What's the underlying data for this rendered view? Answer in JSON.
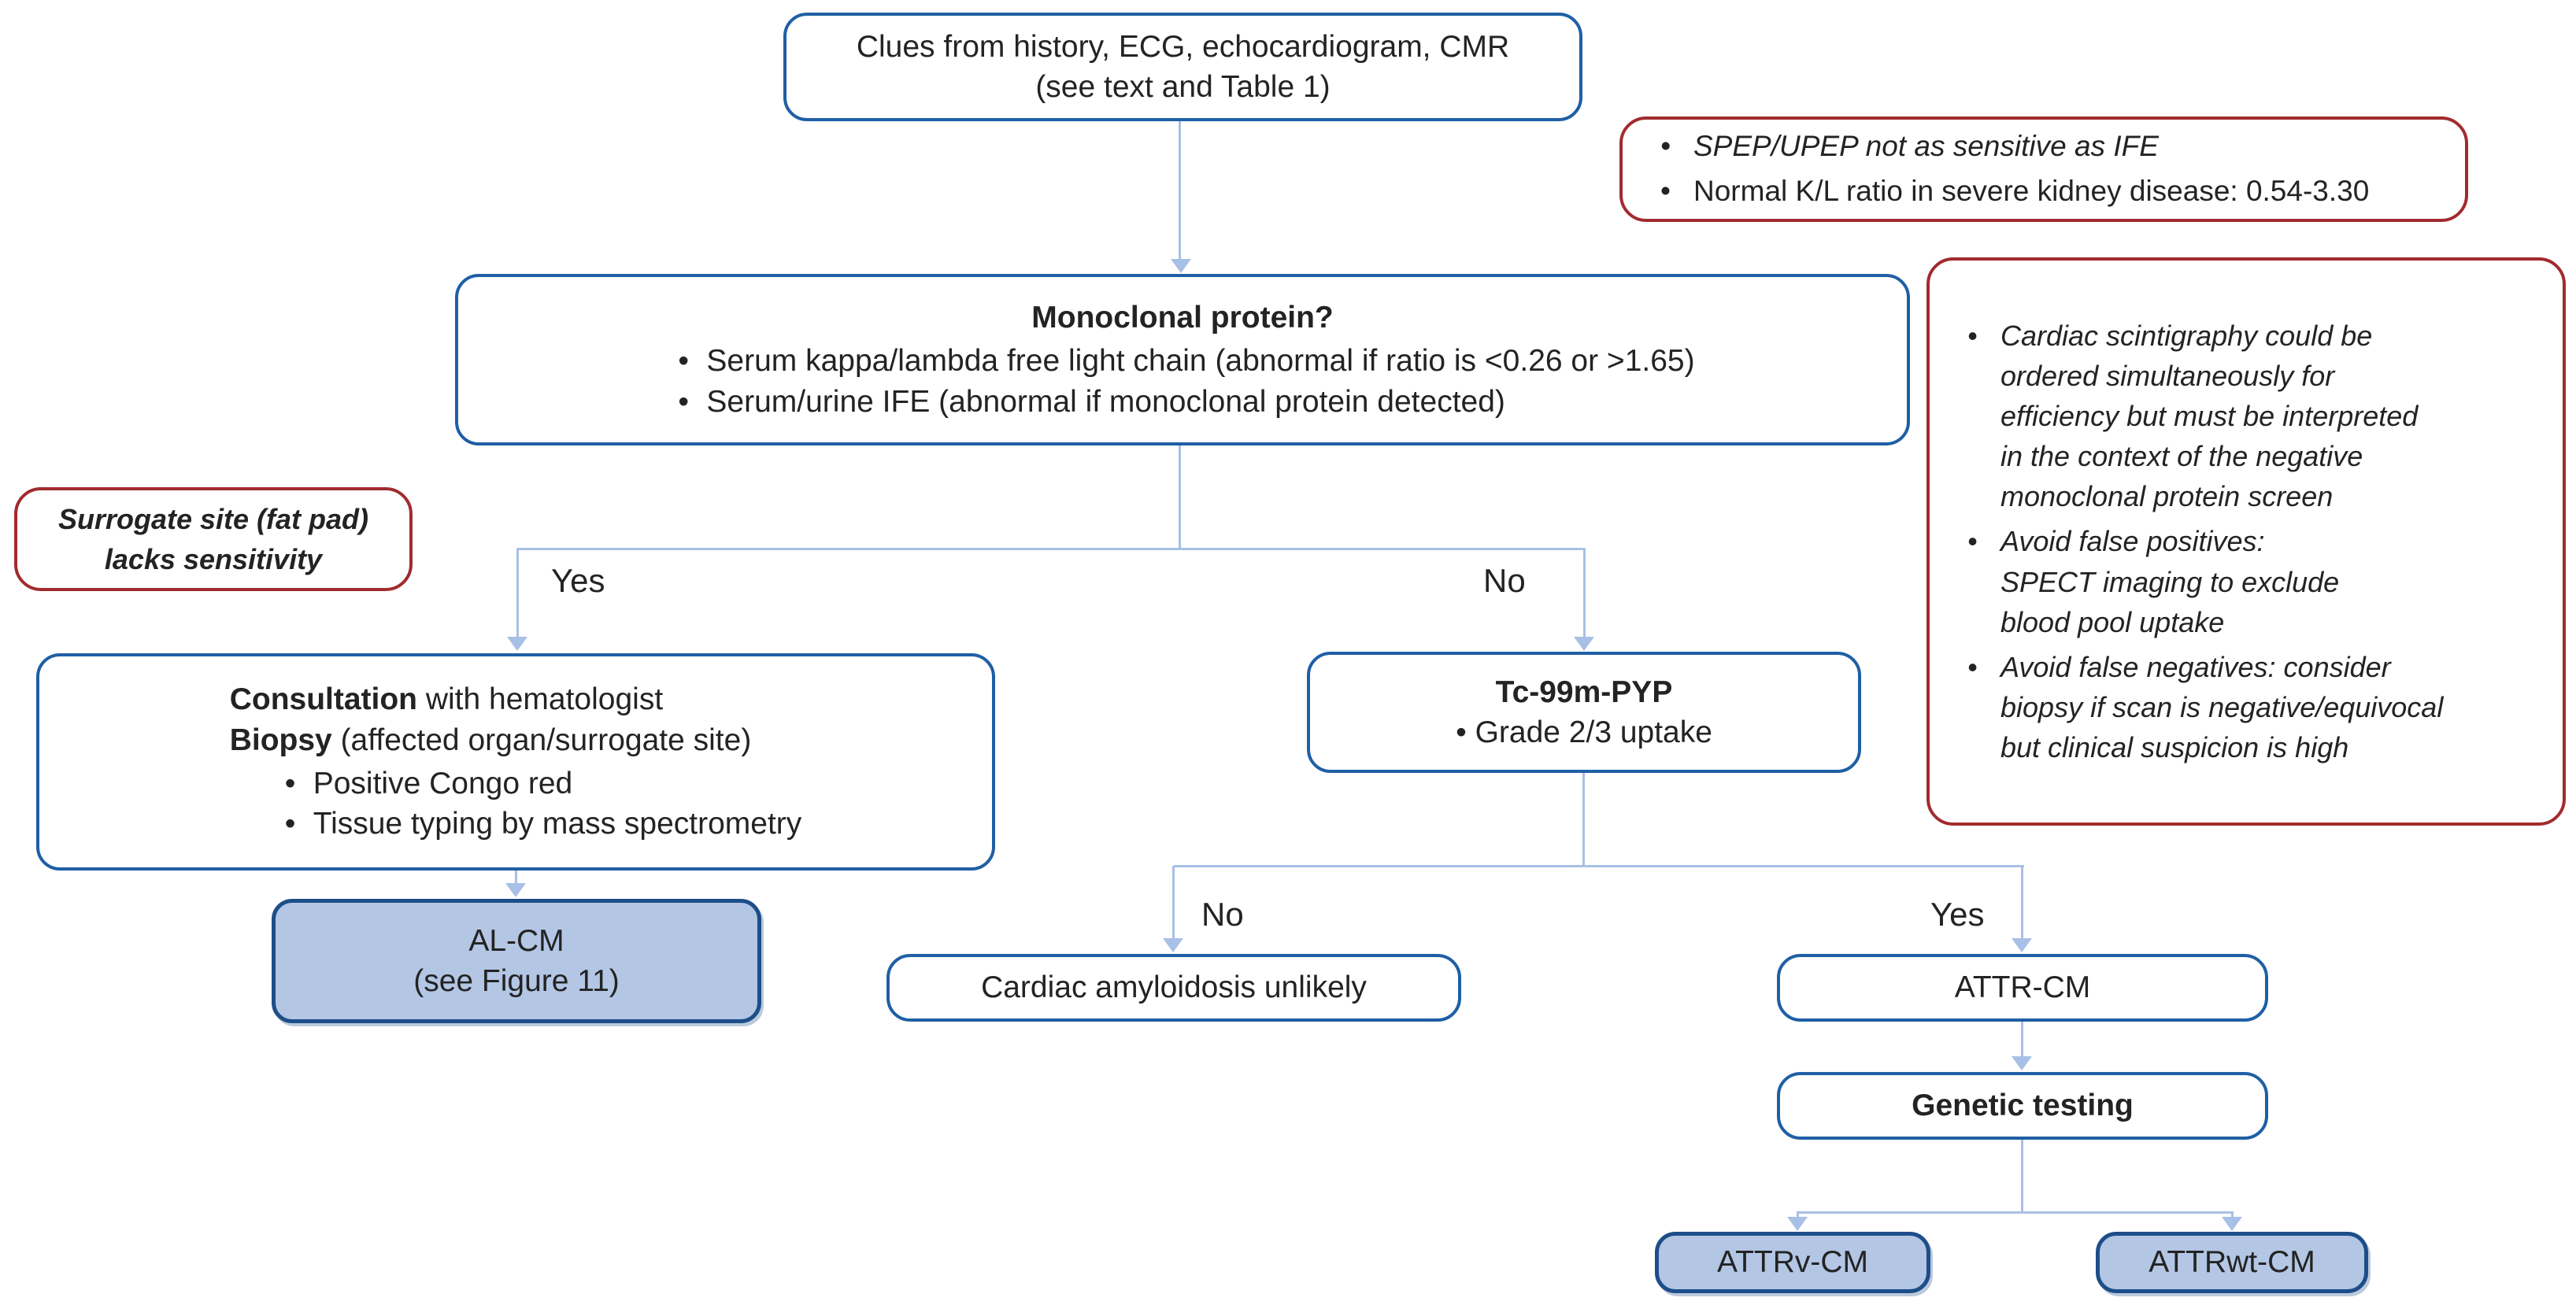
{
  "figure": {
    "type": "clinical-flowchart",
    "topic": "Evaluation for cardiac amyloidosis"
  },
  "colors": {
    "background": "#ffffff",
    "node_border_blue": "#1f5fa5",
    "filled_node_border": "#1d4e89",
    "filled_node_bg": "#b3c6e4",
    "note_border_red": "#a12b2e",
    "connector_blue": "#a8c0e6",
    "text": "#232323"
  },
  "nodes": {
    "clues": {
      "line1": "Clues from history, ECG, echocardiogram, CMR",
      "line2": "(see text and Table 1)"
    },
    "monoclonal": {
      "title": "Monoclonal protein?",
      "bullets": [
        "Serum kappa/lambda free light chain (abnormal if ratio is <0.26 or >1.65)",
        "Serum/urine IFE (abnormal if monoclonal protein detected)"
      ]
    },
    "consultation": {
      "line1_bold": "Consultation",
      "line1_rest": " with hematologist",
      "line2_bold": "Biopsy",
      "line2_rest": " (affected organ/surrogate site)",
      "bullets": [
        "Positive Congo red",
        "Tissue typing by mass spectrometry"
      ]
    },
    "al_cm": {
      "line1": "AL-CM",
      "line2": "(see Figure 11)"
    },
    "tc_pyp": {
      "title": "Tc-99m-PYP",
      "bullet": "Grade 2/3 uptake"
    },
    "ca_unlikely": {
      "label": "Cardiac amyloidosis unlikely"
    },
    "attr_cm": {
      "label": "ATTR-CM"
    },
    "genetic": {
      "label": "Genetic testing"
    },
    "attrv": {
      "label": "ATTRv-CM"
    },
    "attrwt": {
      "label": "ATTRwt-CM"
    }
  },
  "notes": {
    "spep": {
      "item1": "SPEP/UPEP not as sensitive as IFE",
      "item2": "Normal K/L ratio in severe kidney disease: 0.54-3.30"
    },
    "surrogate": {
      "line1": "Surrogate site (fat pad)",
      "line2": "lacks sensitivity"
    },
    "scintigraphy": {
      "bullet1": {
        "l1": "Cardiac scintigraphy could be",
        "l2": "ordered simultaneously for",
        "l3": "efficiency but must be interpreted",
        "l4": "in the context of the negative",
        "l5": "monoclonal protein screen"
      },
      "bullet2": {
        "l1": "Avoid false positives:",
        "l2": "SPECT imaging to exclude",
        "l3": "blood pool uptake"
      },
      "bullet3": {
        "l1": "Avoid false negatives: consider",
        "l2": "biopsy if scan is negative/equivocal",
        "l3": "but clinical suspicion is high"
      }
    }
  },
  "branch_labels": {
    "monoclonal_yes": "Yes",
    "monoclonal_no": "No",
    "pyp_no": "No",
    "pyp_yes": "Yes"
  }
}
